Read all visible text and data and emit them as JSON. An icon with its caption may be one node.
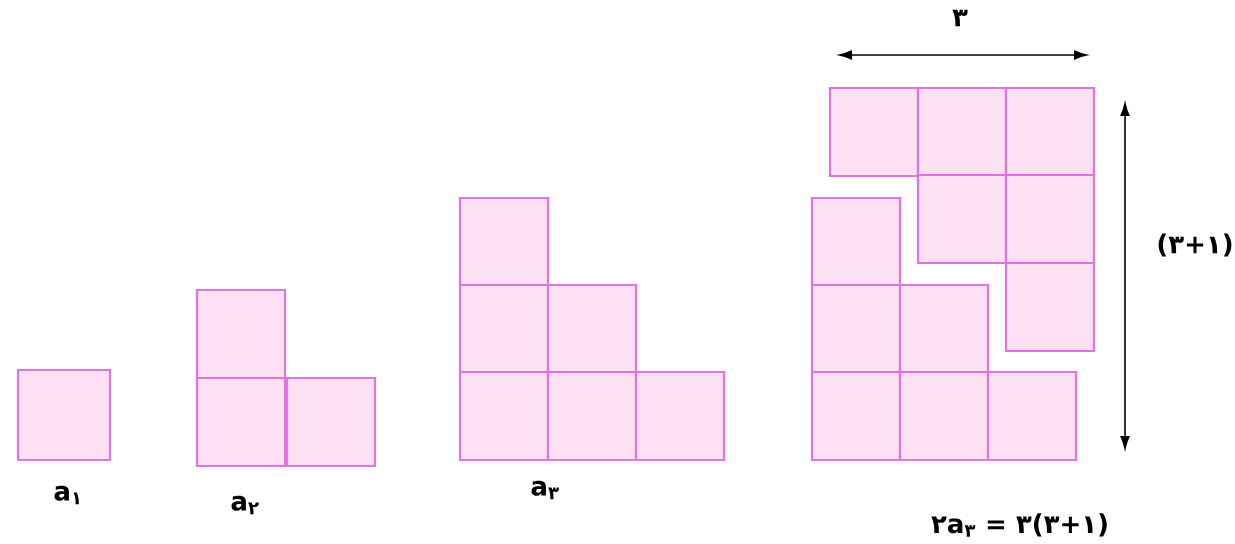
{
  "diagram": {
    "labels": [
      "۳",
      "(۳+۱)",
      "a$_{۱}$",
      "a$_{۲}$",
      "a$_{۳}$",
      "۲a$_{۳}$ = ۳(۳+۱)"
    ]
  }
}
